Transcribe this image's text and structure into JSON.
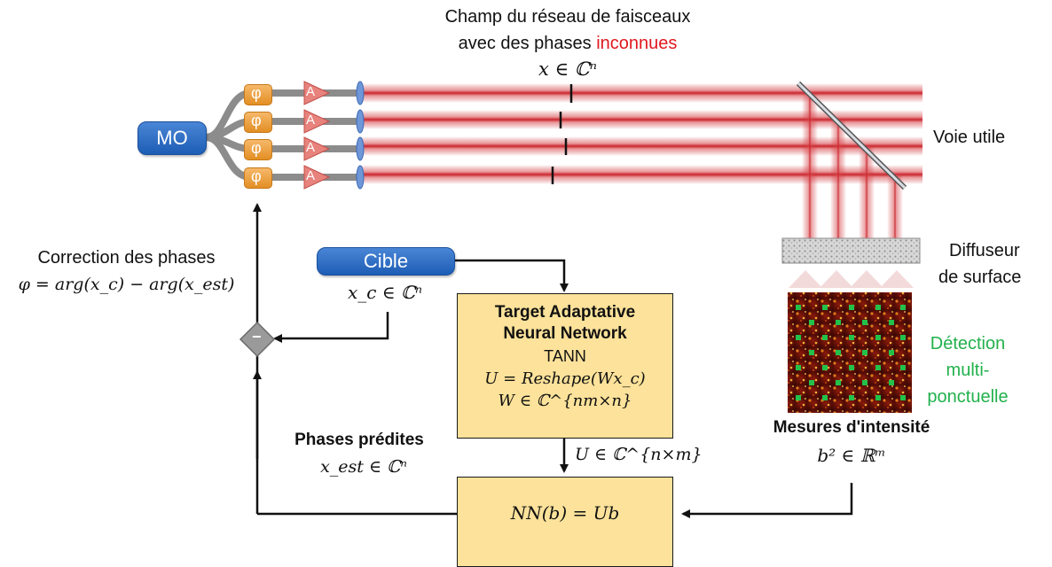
{
  "colors": {
    "beam": "#c8242b",
    "highlight_red": "#e0191f",
    "highlight_green": "#22b14c",
    "box_fill": "#fce29a",
    "pill_blue": "#1d5db5",
    "phase_orange": "#f2a33a",
    "amp_pink": "#e8827c"
  },
  "header": {
    "line1": "Champ du réseau de faisceaux",
    "line2_prefix": "avec des phases ",
    "line2_highlight": "inconnues",
    "math": "x ∈ ℂⁿ"
  },
  "mo_label": "MO",
  "phase_symbol": "φ",
  "amp_symbol": "A",
  "voie_utile": "Voie utile",
  "diffuseur": {
    "line1": "Diffuseur",
    "line2": "de surface"
  },
  "detection": {
    "line1": "Détection",
    "line2": "multi-",
    "line3": "ponctuelle"
  },
  "mesures": {
    "title": "Mesures d'intensité",
    "math": "b² ∈ ℝᵐ"
  },
  "correction": {
    "title": "Correction des phases",
    "math": "φ = arg(x_c) − arg(x_est)"
  },
  "cible": {
    "label": "Cible",
    "math": "x_c ∈ ℂⁿ"
  },
  "minus_symbol": "−",
  "tann": {
    "title1": "Target Adaptative",
    "title2": "Neural Network",
    "abbr": "TANN",
    "eq1": "U = Reshape(Wx_c)",
    "eq2": "W ∈ ℂ^{nm×n}"
  },
  "u_arrow_label": "U ∈ ℂ^{n×m}",
  "phases_predites": {
    "title": "Phases prédites",
    "math": "x_est ∈ ℂⁿ"
  },
  "nn_box": {
    "eq": "NN(b) = Ub"
  }
}
